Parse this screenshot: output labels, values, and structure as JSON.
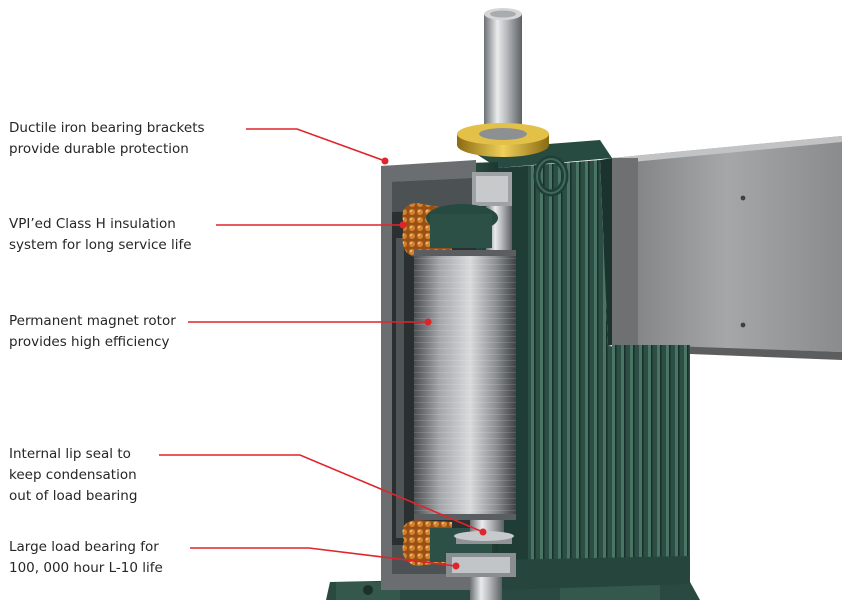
{
  "callouts": [
    {
      "lines": [
        "Ductile iron bearing brackets",
        "provide durable protection"
      ]
    },
    {
      "lines": [
        "VPI’ed Class H insulation",
        "system for long service life"
      ]
    },
    {
      "lines": [
        "Permanent magnet rotor",
        "provides high efficiency"
      ]
    },
    {
      "lines": [
        "Internal lip seal to",
        "keep condensation",
        "out of load bearing"
      ]
    },
    {
      "lines": [
        "Large load bearing for",
        "100, 000 hour L-10 life"
      ]
    }
  ],
  "colors": {
    "leader_line": "#e0242b",
    "housing_green": "#2f5248",
    "housing_green_dark": "#1d3a32",
    "winding_copper": "#b8651e",
    "shaft_steel": "#b9bcbf",
    "brass_collar": "#c9a227",
    "terminal_box": "#8e8f91"
  },
  "illustration": "cutaway-motor-drawing"
}
